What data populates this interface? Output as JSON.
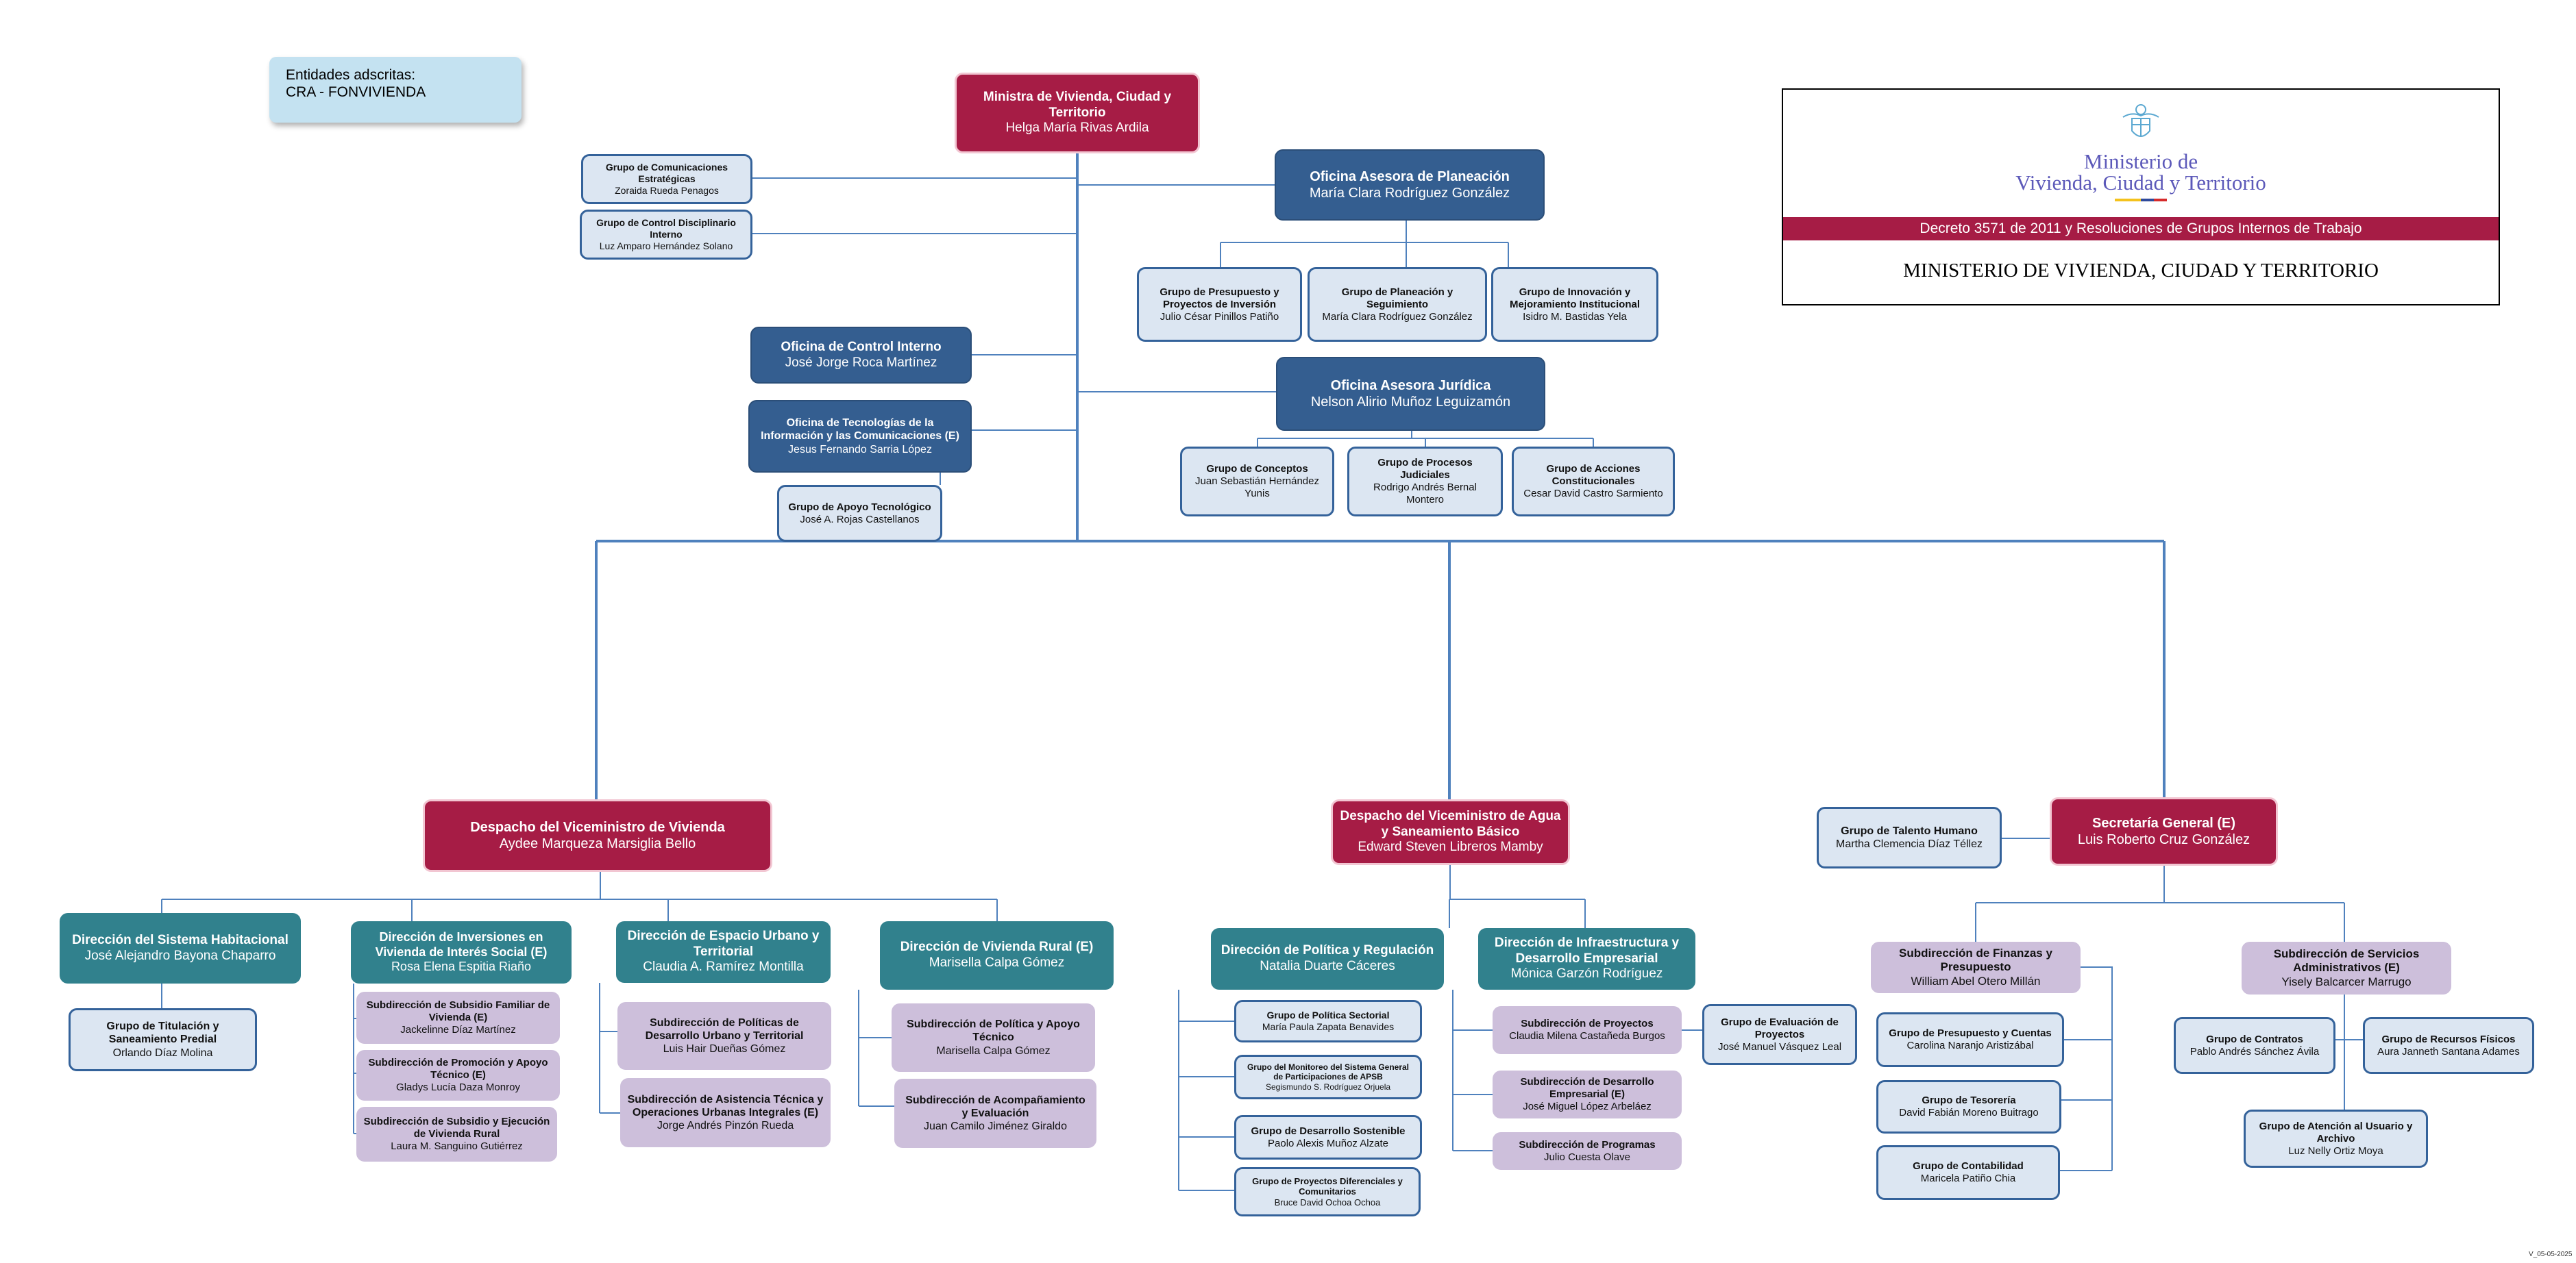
{
  "entidades": {
    "line1": "Entidades adscritas:",
    "line2": "CRA - FONVIVIENDA"
  },
  "header": {
    "logo_line1": "Ministerio de",
    "logo_line2": "Vivienda, Ciudad y Territorio",
    "decree": "Decreto 3571 de 2011 y Resoluciones de Grupos Internos de Trabajo",
    "title": "MINISTERIO DE VIVIENDA, CIUDAD Y TERRITORIO"
  },
  "version": "V_05-05-2025",
  "colors": {
    "ministry": "#a61c45",
    "office": "#345e90",
    "direction": "#31818d",
    "group": "#dce6f2",
    "subdirection": "#cdbfdb",
    "connector": "#4f81bd"
  },
  "nodes": {
    "ministra": {
      "title": "Ministra de Vivienda, Ciudad y Territorio",
      "person": "Helga María Rivas Ardila"
    },
    "comunicaciones": {
      "title": "Grupo de Comunicaciones Estratégicas",
      "person": "Zoraida Rueda Penagos"
    },
    "control_disc": {
      "title": "Grupo de Control Disciplinario Interno",
      "person": "Luz Amparo Hernández Solano"
    },
    "control_interno": {
      "title": "Oficina de Control Interno",
      "person": "José Jorge Roca Martínez"
    },
    "tic": {
      "title": "Oficina de Tecnologías de la Información y las Comunicaciones (E)",
      "person": "Jesus Fernando Sarria López"
    },
    "apoyo_tec": {
      "title": "Grupo de Apoyo Tecnológico",
      "person": "José A. Rojas Castellanos"
    },
    "planeacion": {
      "title": "Oficina Asesora de Planeación",
      "person": "María Clara Rodríguez González"
    },
    "presupuesto_inv": {
      "title": "Grupo de Presupuesto y Proyectos de Inversión",
      "person": "Julio César Pinillos Patiño"
    },
    "planeacion_seg": {
      "title": "Grupo de Planeación y Seguimiento",
      "person": "María Clara Rodríguez González"
    },
    "innovacion": {
      "title": "Grupo de Innovación y Mejoramiento Institucional",
      "person": "Isidro M. Bastidas Yela"
    },
    "juridica": {
      "title": "Oficina Asesora Jurídica",
      "person": "Nelson Alirio Muñoz Leguizamón"
    },
    "conceptos": {
      "title": "Grupo de Conceptos",
      "person": "Juan Sebastián Hernández Yunis"
    },
    "procesos_jud": {
      "title": "Grupo de Procesos Judiciales",
      "person": "Rodrigo Andrés Bernal Montero"
    },
    "acciones_const": {
      "title": "Grupo de Acciones Constitucionales",
      "person": "Cesar David Castro Sarmiento"
    },
    "vicevivienda": {
      "title": "Despacho del Viceministro de Vivienda",
      "person": "Aydee Marqueza Marsiglia Bello"
    },
    "sist_hab": {
      "title": "Dirección del Sistema Habitacional",
      "person": "José Alejandro Bayona Chaparro"
    },
    "titulacion": {
      "title": "Grupo de Titulación y Saneamiento Predial",
      "person": "Orlando Díaz Molina"
    },
    "inversiones": {
      "title": "Dirección de Inversiones en Vivienda de Interés Social (E)",
      "person": "Rosa Elena Espitia Riaño"
    },
    "sub_familiar": {
      "title": "Subdirección de Subsidio Familiar de Vivienda (E)",
      "person": "Jackelinne Díaz Martínez"
    },
    "sub_promocion": {
      "title": "Subdirección de Promoción y Apoyo Técnico (E)",
      "person": "Gladys Lucía Daza Monroy"
    },
    "sub_ejecucion": {
      "title": "Subdirección de Subsidio y Ejecución de Vivienda Rural",
      "person": "Laura M. Sanguino Gutiérrez"
    },
    "espacio_urbano": {
      "title": "Dirección de Espacio Urbano y Territorial",
      "person": "Claudia A. Ramírez Montilla"
    },
    "sub_politicas_du": {
      "title": "Subdirección de Políticas de Desarrollo Urbano y Territorial",
      "person": "Luis Hair Dueñas Gómez"
    },
    "sub_asistencia": {
      "title": "Subdirección de Asistencia Técnica y Operaciones Urbanas Integrales (E)",
      "person": "Jorge Andrés Pinzón Rueda"
    },
    "vivienda_rural": {
      "title": "Dirección de Vivienda Rural (E)",
      "person": "Marisella Calpa Gómez"
    },
    "sub_politica_apoyo": {
      "title": "Subdirección de Política y Apoyo Técnico",
      "person": "Marisella Calpa Gómez"
    },
    "sub_acompanamiento": {
      "title": "Subdirección de Acompañamiento y Evaluación",
      "person": "Juan Camilo Jiménez Giraldo"
    },
    "viceagua": {
      "title": "Despacho del Viceministro de Agua y Saneamiento Básico",
      "person": "Edward Steven Libreros Mamby"
    },
    "politica_reg": {
      "title": "Dirección de Política y Regulación",
      "person": "Natalia Duarte Cáceres"
    },
    "pol_sectorial": {
      "title": "Grupo de Política Sectorial",
      "person": "María Paula Zapata Benavides"
    },
    "monitoreo": {
      "title": "Grupo del Monitoreo del Sistema General de Participaciones de APSB",
      "person": "Segismundo S. Rodríguez Orjuela"
    },
    "desarrollo_sost": {
      "title": "Grupo de Desarrollo Sostenible",
      "person": "Paolo Alexis Muñoz Alzate"
    },
    "proy_diferenciales": {
      "title": "Grupo de Proyectos Diferenciales y Comunitarios",
      "person": "Bruce David Ochoa Ochoa"
    },
    "infraestructura": {
      "title": "Dirección de Infraestructura y Desarrollo Empresarial",
      "person": "Mónica Garzón Rodríguez"
    },
    "sub_proyectos": {
      "title": "Subdirección de Proyectos",
      "person": "Claudia Milena Castañeda Burgos"
    },
    "eval_proyectos": {
      "title": "Grupo de Evaluación de Proyectos",
      "person": "José Manuel Vásquez Leal"
    },
    "sub_des_emp": {
      "title": "Subdirección de Desarrollo Empresarial (E)",
      "person": "José Miguel López Arbeláez"
    },
    "sub_programas": {
      "title": "Subdirección de Programas",
      "person": "Julio Cuesta Olave"
    },
    "talento": {
      "title": "Grupo de Talento Humano",
      "person": "Martha Clemencia Díaz Téllez"
    },
    "secretaria": {
      "title": "Secretaría General (E)",
      "person": "Luis Roberto Cruz González"
    },
    "sub_finanzas": {
      "title": "Subdirección de Finanzas y Presupuesto",
      "person": "William Abel Otero Millán"
    },
    "presup_cuentas": {
      "title": "Grupo de Presupuesto y Cuentas",
      "person": "Carolina Naranjo Aristizábal"
    },
    "tesoreria": {
      "title": "Grupo de Tesorería",
      "person": "David Fabián Moreno Buitrago"
    },
    "contabilidad": {
      "title": "Grupo de Contabilidad",
      "person": "Maricela Patiño Chia"
    },
    "sub_servicios": {
      "title": "Subdirección de Servicios Administrativos (E)",
      "person": "Yisely Balcarcer Marrugo"
    },
    "contratos": {
      "title": "Grupo de Contratos",
      "person": "Pablo Andrés Sánchez Ávila"
    },
    "recursos_fisicos": {
      "title": "Grupo de Recursos Físicos",
      "person": "Aura Janneth Santana Adames"
    },
    "atencion_usuario": {
      "title": "Grupo de Atención al Usuario y Archivo",
      "person": "Luz Nelly Ortiz Moya"
    }
  }
}
